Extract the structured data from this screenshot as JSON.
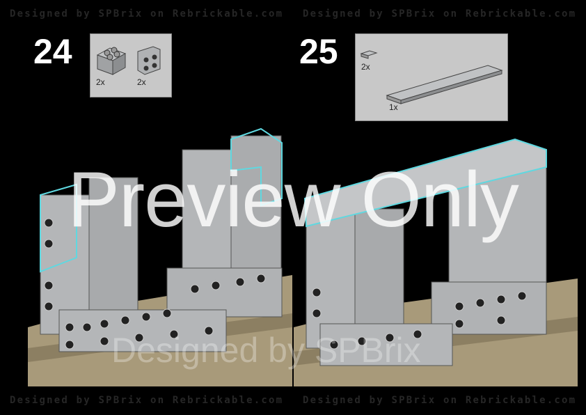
{
  "watermark": "Designed by SPBrix on Rebrickable.com",
  "steps": [
    {
      "number": "24",
      "parts": [
        {
          "qty": "2x",
          "name": "brick-2x2"
        },
        {
          "qty": "2x",
          "name": "brick-2x2-studs-on-side"
        }
      ]
    },
    {
      "number": "25",
      "parts": [
        {
          "qty": "2x",
          "name": "plate-1x2"
        },
        {
          "qty": "1x",
          "name": "plate-2x12"
        }
      ]
    }
  ],
  "overlay": {
    "preview": "Preview Only",
    "designed": "Designed by SPBrix"
  },
  "colors": {
    "background": "#000000",
    "brick": "#b4b6b8",
    "base": "#a89a7a",
    "highlight": "#5fd8e0"
  }
}
